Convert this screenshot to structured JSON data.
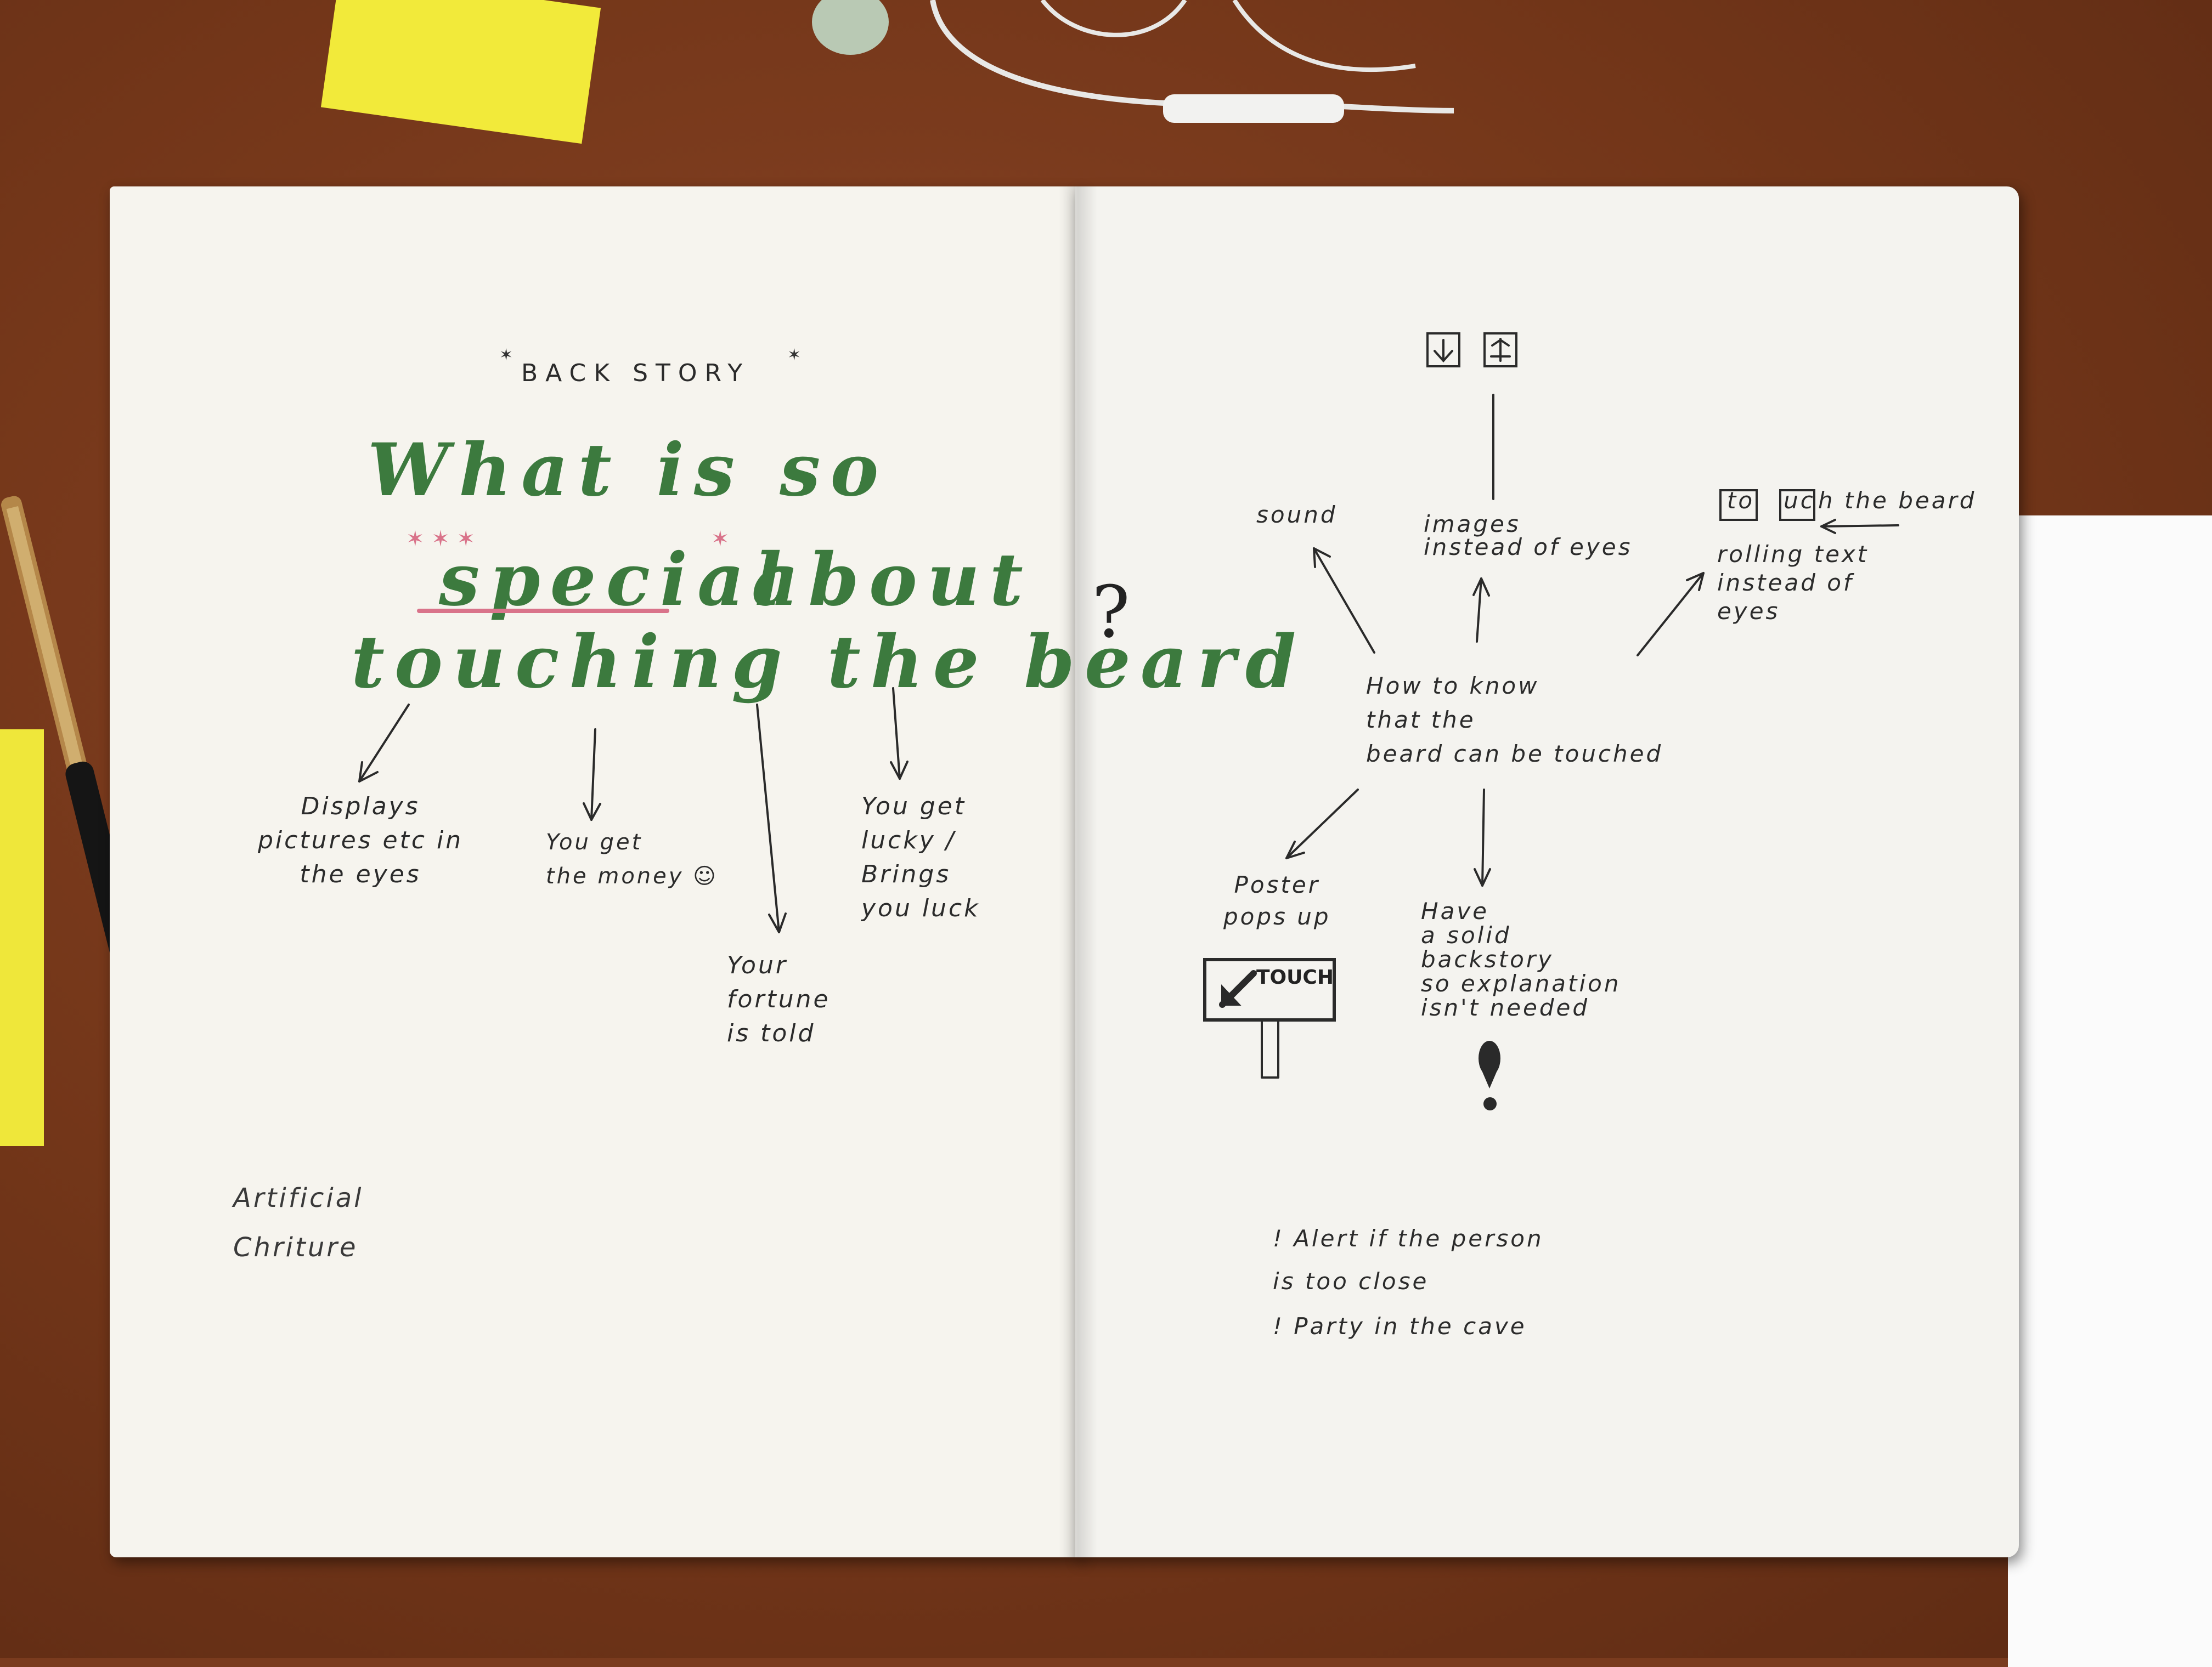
{
  "left_page": {
    "header": "BACK STORY",
    "title_line1": "What is so",
    "title_line2_word": "special",
    "title_line2_rest": "about",
    "title_line3": "touching the beard",
    "question_mark": "?",
    "branches": [
      "Displays\npictures etc in\nthe eyes",
      "You get\nthe money ☺",
      "Your\nfortune\nis told",
      "You get\nlucky /\nBrings\nyou luck"
    ],
    "footer": "Artificial\nChriture"
  },
  "right_page": {
    "center": "How to know\nthat the\nbeard can be touched",
    "sound": "sound",
    "images": "images\ninstead of eyes",
    "touch_the_beard": [
      "to",
      "uc",
      "h the beard"
    ],
    "rolling": "rolling text\ninstead of\neyes",
    "poster": "Poster\npops up",
    "sign_label": "TOUCH",
    "backstory": "Have\na solid\nbackstory\nso explanation\nisn't needed",
    "alerts": [
      "! Alert if the person\n  is too close",
      "! Party in the cave"
    ]
  },
  "colors": {
    "table": "#7a3b1e",
    "paper": "#f6f4ee",
    "green_ink": "#3c7a3e",
    "pink_ink": "#d9738a",
    "sticky": "#f2ea3a"
  }
}
